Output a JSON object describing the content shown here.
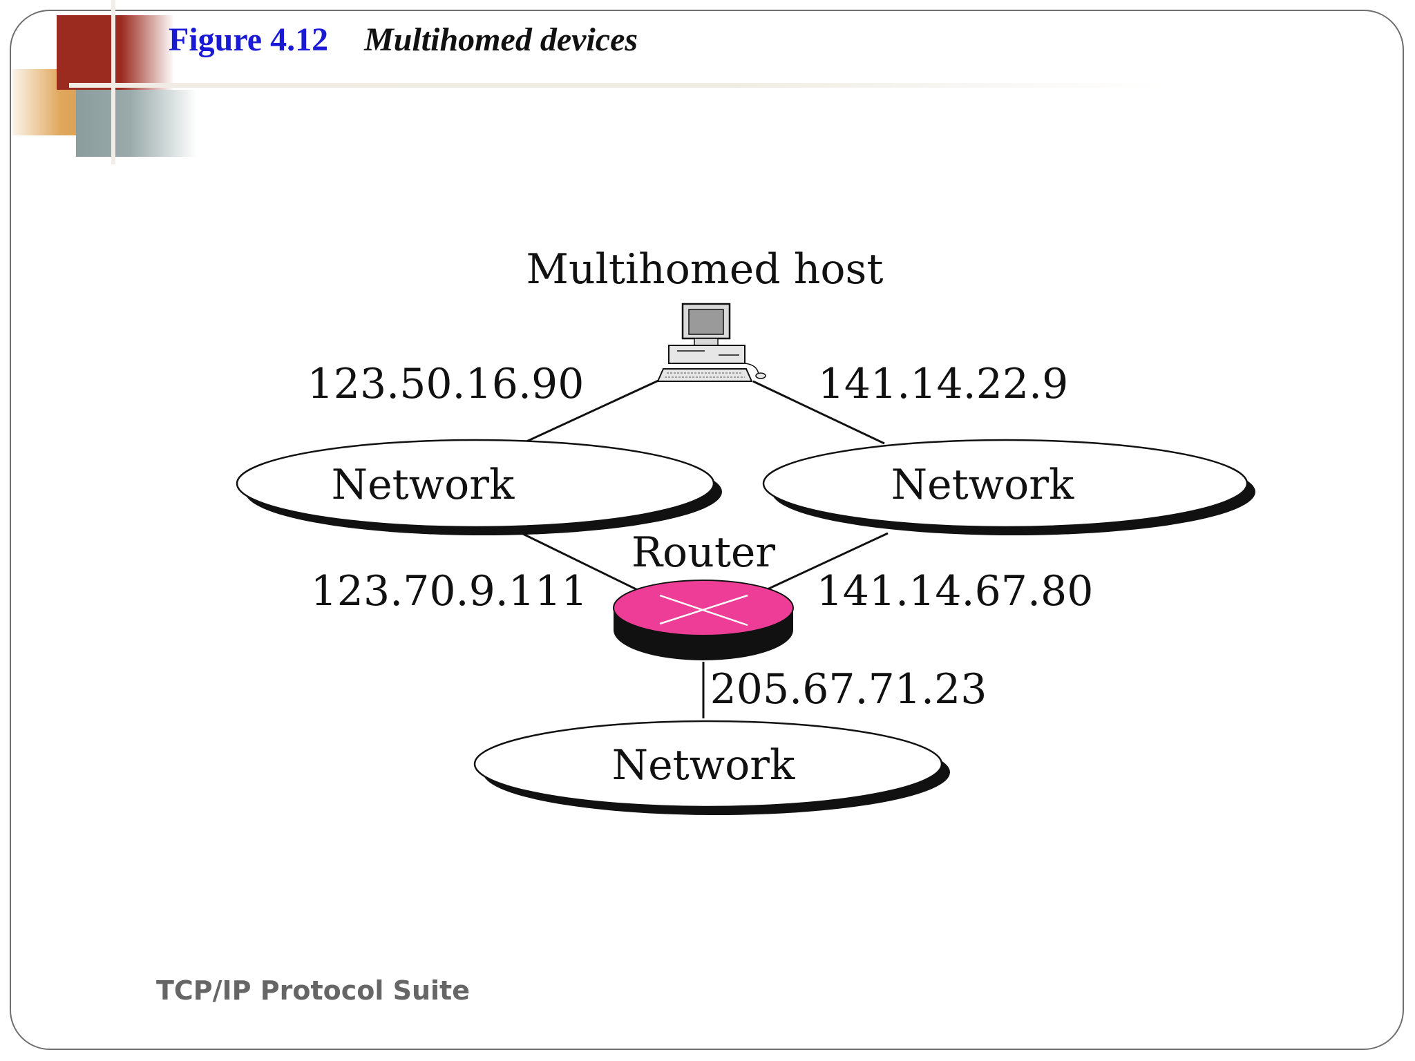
{
  "figure": {
    "number": "Figure 4.12",
    "caption": "Multihomed devices"
  },
  "footer": {
    "text": "TCP/IP Protocol Suite"
  },
  "diagram": {
    "host_label": "Multihomed host",
    "router_label": "Router",
    "network_left_label": "Network",
    "network_right_label": "Network",
    "network_bottom_label": "Network",
    "host_ip_left": "123.50.16.90",
    "host_ip_right": "141.14.22.9",
    "router_ip_left": "123.70.9.111",
    "router_ip_right": "141.14.67.80",
    "router_ip_bottom": "205.67.71.23",
    "icons": {
      "host": "desktop-computer-icon",
      "router": "router-icon"
    },
    "colors": {
      "router_fill": "#ee3d96",
      "title_blue": "#1a1ad6"
    }
  }
}
